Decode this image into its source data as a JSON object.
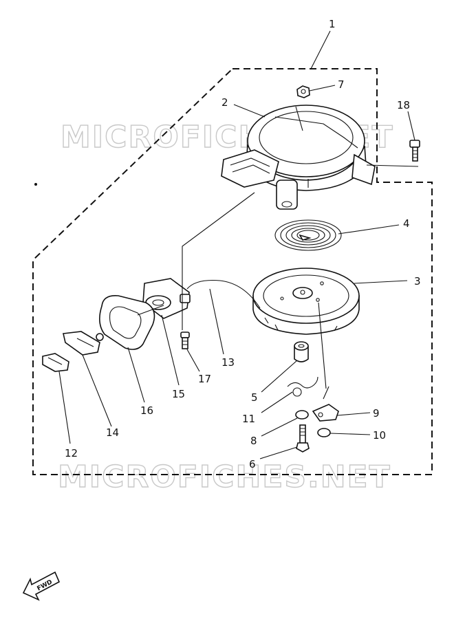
{
  "watermark": {
    "top": "MICROFICHES.NET",
    "bottom": "MICROFICHES.NET"
  },
  "callouts": {
    "c1": "1",
    "c2": "2",
    "c3": "3",
    "c4": "4",
    "c5": "5",
    "c6": "6",
    "c7": "7",
    "c8": "8",
    "c9": "9",
    "c10": "10",
    "c11": "11",
    "c12": "12",
    "c13": "13",
    "c14": "14",
    "c15": "15",
    "c16": "16",
    "c17": "17",
    "c18": "18"
  },
  "fwd_label": "FWD"
}
